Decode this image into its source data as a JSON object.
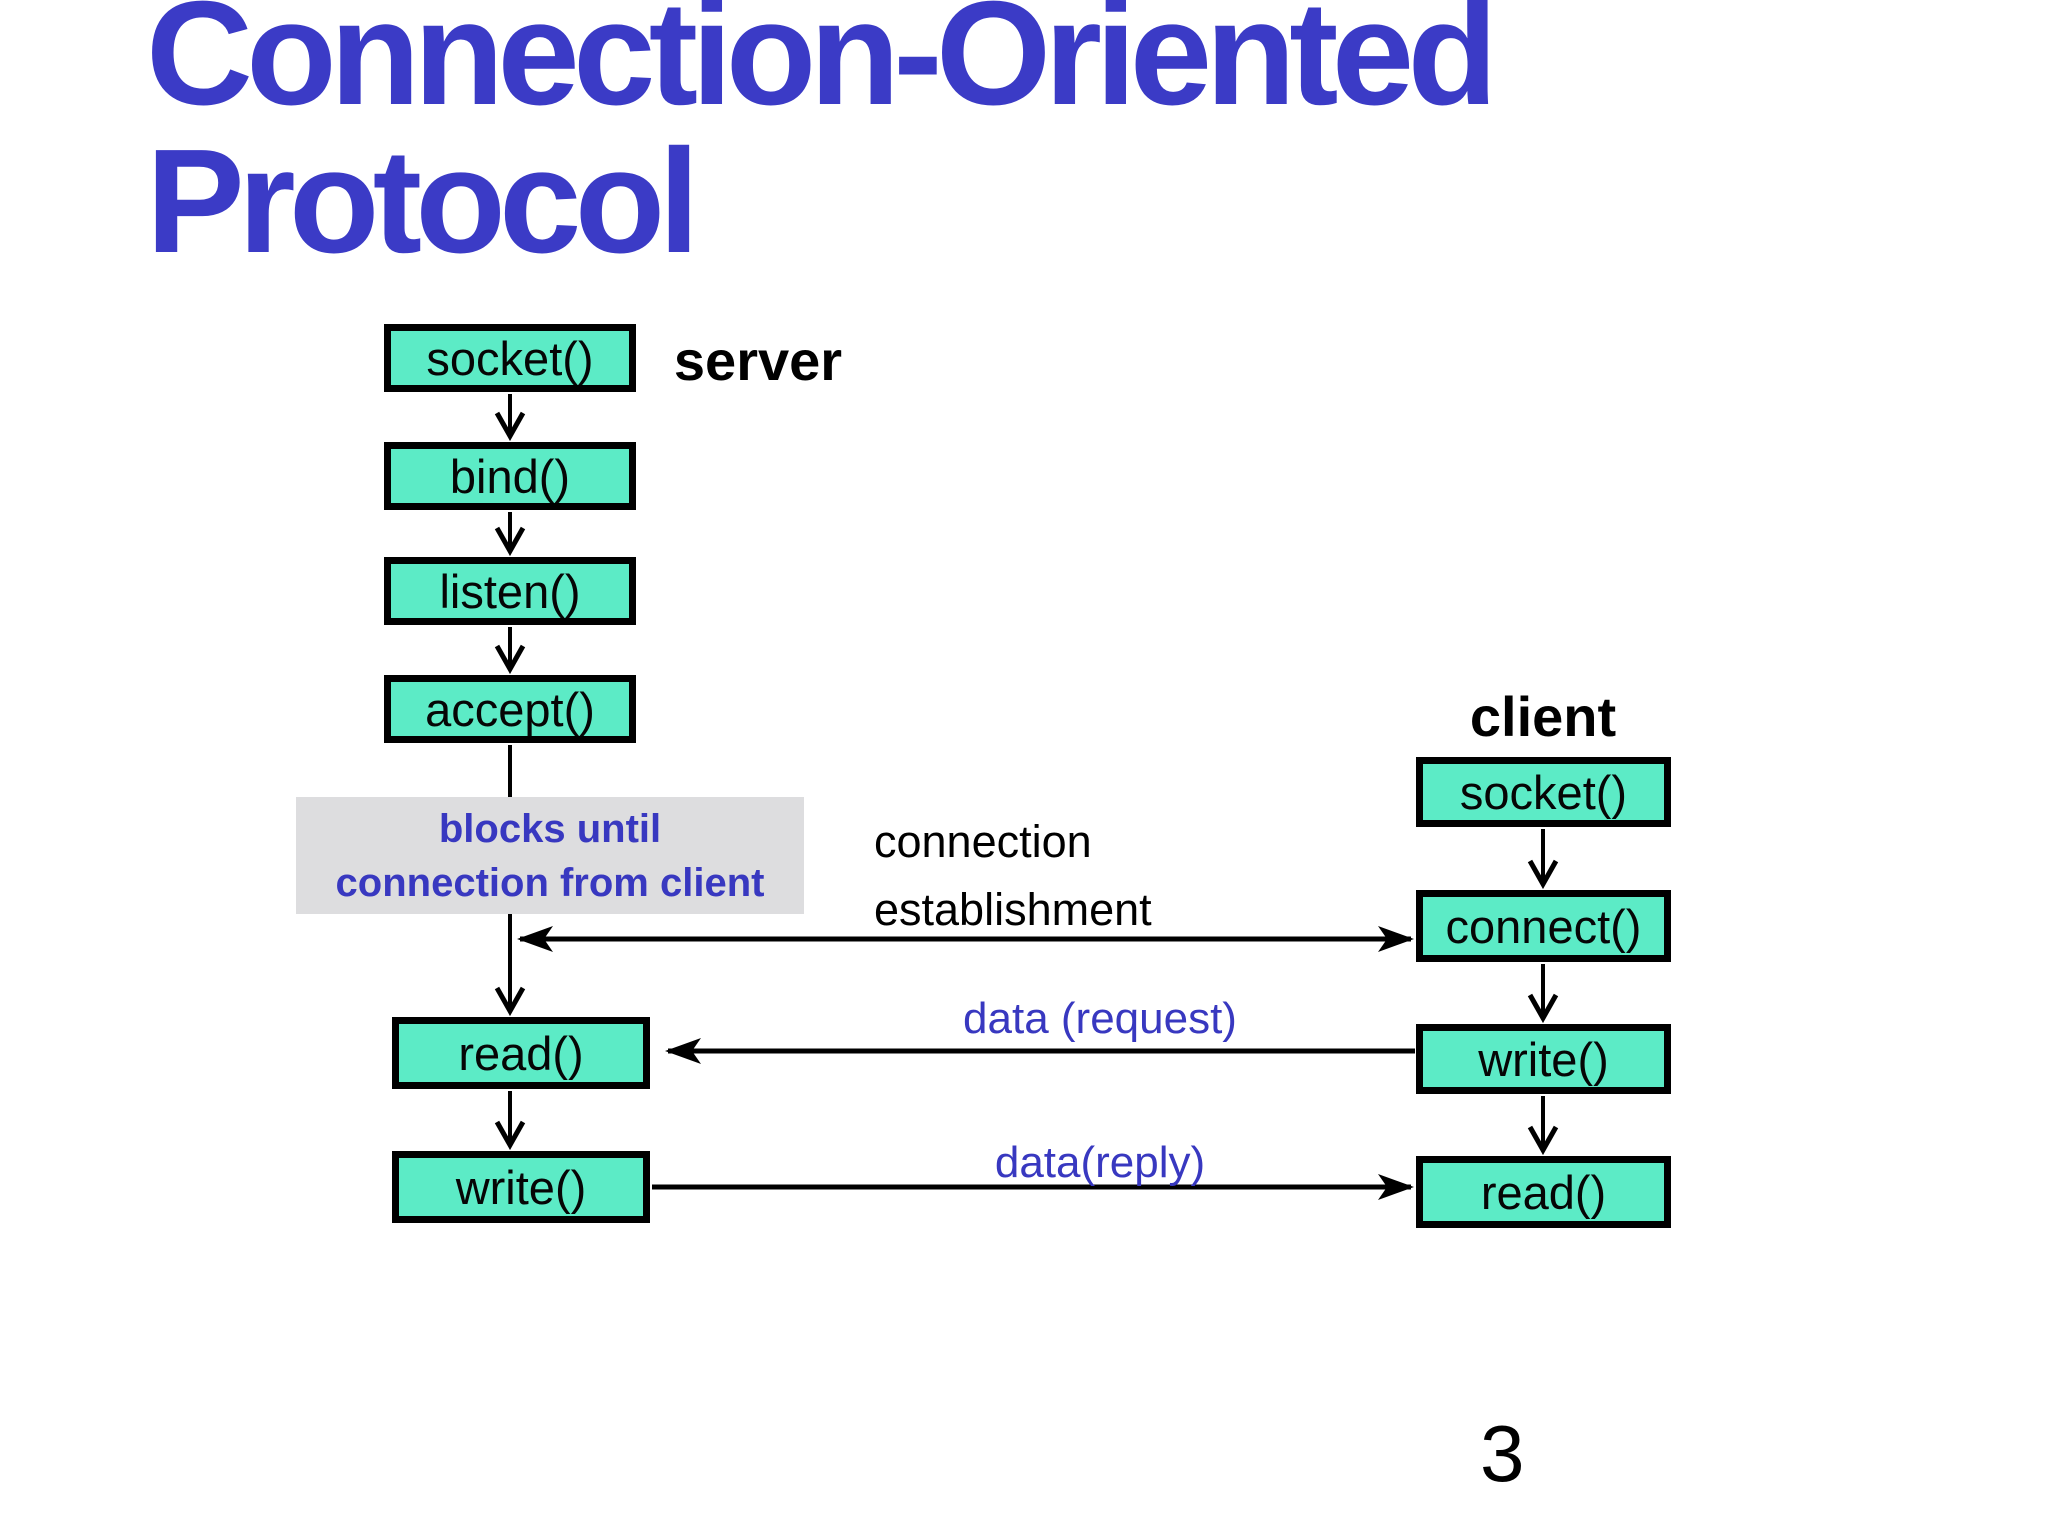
{
  "slide": {
    "title_line1": "Connection-Oriented",
    "title_line2": "Protocol",
    "page_number": "3"
  },
  "colors": {
    "title_blue": "#3b3bc6",
    "accent_blue": "#3838c0",
    "box_fill": "#5cebc6",
    "note_bg": "#dddddf",
    "line_black": "#000000",
    "background": "#ffffff"
  },
  "server": {
    "label": "server",
    "steps": [
      "socket()",
      "bind()",
      "listen()",
      "accept()",
      "read()",
      "write()"
    ]
  },
  "client": {
    "label": "client",
    "steps": [
      "socket()",
      "connect()",
      "write()",
      "read()"
    ]
  },
  "annotations": {
    "blocks_note_line1": "blocks until",
    "blocks_note_line2": "connection from client",
    "connection_label_line1": "connection",
    "connection_label_line2": "establishment",
    "data_request_label": "data (request)",
    "data_reply_label": "data(reply)"
  }
}
